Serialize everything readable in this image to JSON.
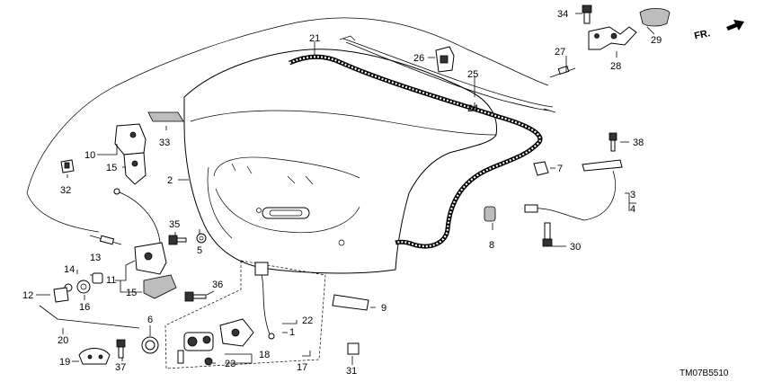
{
  "diagram_code": "TM07B5510",
  "direction_label": "FR.",
  "callouts": {
    "c1": "1",
    "c2": "2",
    "c3": "3",
    "c4": "4",
    "c5": "5",
    "c6": "6",
    "c7": "7",
    "c8": "8",
    "c9": "9",
    "c10": "10",
    "c11": "11",
    "c12": "12",
    "c13": "13",
    "c14": "14",
    "c15a": "15",
    "c15b": "15",
    "c16": "16",
    "c17": "17",
    "c18": "18",
    "c19": "19",
    "c20": "20",
    "c21": "21",
    "c22": "22",
    "c23": "23",
    "c24": "24",
    "c25": "25",
    "c26": "26",
    "c27": "27",
    "c28": "28",
    "c29": "29",
    "c30": "30",
    "c31": "31",
    "c32": "32",
    "c33": "33",
    "c34": "34",
    "c35": "35",
    "c36": "36",
    "c37": "37",
    "c38": "38"
  }
}
